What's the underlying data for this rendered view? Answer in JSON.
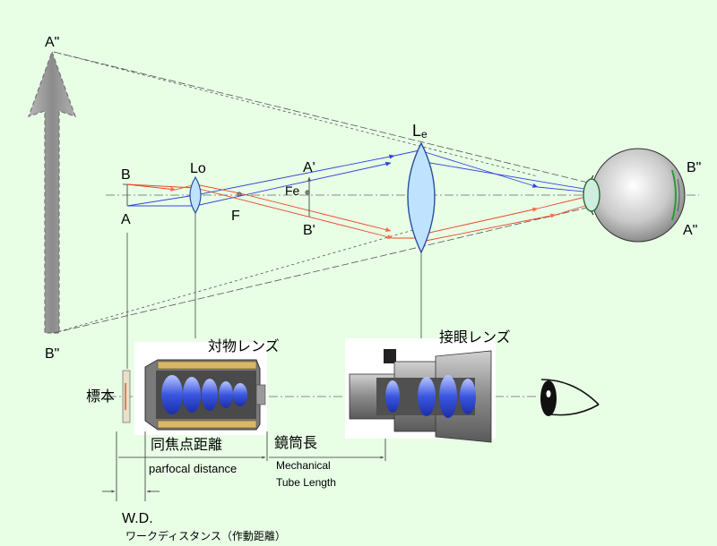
{
  "labels": {
    "A_dd_top": "A\"",
    "B_dd_bottom": "B\"",
    "B": "B",
    "A": "A",
    "Lo": "Lo",
    "F": "F",
    "A_prime": "A'",
    "B_prime": "B'",
    "Fe": "Fe",
    "L": "L",
    "e_sub": "e",
    "eye_B_dd": "B\"",
    "eye_A_dd": "A\"",
    "objective_jp": "対物レンズ",
    "eyepiece_jp": "接眼レンズ",
    "specimen_jp": "標本",
    "parfocal_jp": "同焦点距離",
    "parfocal_en": "parfocal distance",
    "tube_jp": "鏡筒長",
    "tube_en_1": "Mechanical",
    "tube_en_2": "Tube Length",
    "wd": "W.D.",
    "wd_jp": "ワークディスタンス（作動距離）"
  },
  "colors": {
    "background": "#e8ffe6",
    "ray_blue": "#3344dd",
    "ray_red": "#ee4422",
    "lens_fill": "#bfe3ff",
    "lens_stroke": "#2a4fa0",
    "arrow_gray": "#9a9a9a"
  }
}
